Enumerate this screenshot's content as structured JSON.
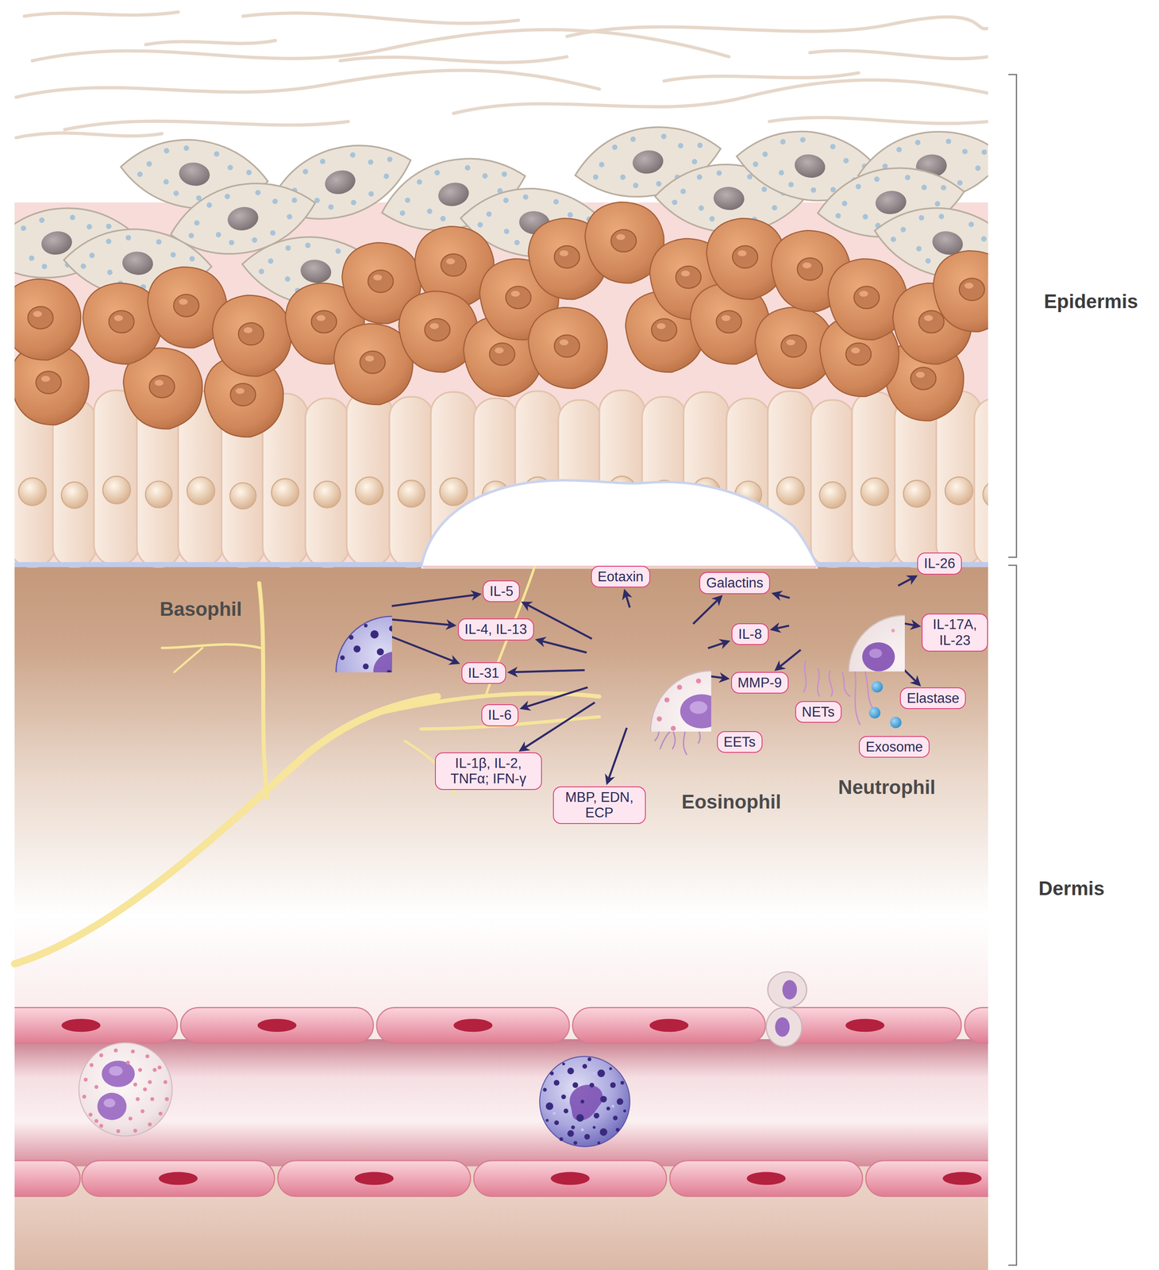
{
  "diagram": {
    "nodes": [
      {
        "text": [
          "Basophil"
        ]
      },
      {
        "text": [
          "IL-5"
        ]
      },
      {
        "text": [
          "Eotaxin"
        ]
      },
      {
        "text": [
          "Galactins"
        ]
      },
      {
        "text": [
          "IL-26"
        ]
      },
      {
        "text": [
          "IL-4, IL-13"
        ]
      },
      {
        "text": [
          "IL-8"
        ]
      },
      {
        "text": [
          "IL-17A, IL-23"
        ]
      },
      {
        "text": [
          "IL-31"
        ]
      },
      {
        "text": [
          "MMP-9"
        ]
      },
      {
        "text": [
          "Elastase"
        ]
      },
      {
        "text": [
          "IL-6"
        ]
      },
      {
        "text": [
          "NETs"
        ]
      },
      {
        "text": [
          "EETs"
        ]
      },
      {
        "text": [
          "IL-1β, IL-2, TNFα; IFN-γ"
        ]
      },
      {
        "text": [
          "Exosome"
        ]
      },
      {
        "text": [
          "MBP, EDN, ECP"
        ]
      },
      {
        "text": [
          "Eosinophil"
        ]
      },
      {
        "text": [
          "Neutrophil"
        ]
      }
    ],
    "edges": [
      {
        "from": 0,
        "to": 1,
        "arrow": "to"
      },
      {
        "from": 0,
        "to": 5,
        "arrow": "to"
      },
      {
        "from": 0,
        "to": 8,
        "arrow": "to"
      },
      {
        "from": 17,
        "to": 1,
        "arrow": "to"
      },
      {
        "from": 17,
        "to": 5,
        "arrow": "to"
      },
      {
        "from": 17,
        "to": 8,
        "arrow": "to"
      },
      {
        "from": 17,
        "to": 11,
        "arrow": "to"
      },
      {
        "from": 17,
        "to": 14,
        "arrow": "to"
      },
      {
        "from": 17,
        "to": 16,
        "arrow": "to"
      },
      {
        "from": 17,
        "to": 2,
        "arrow": "to"
      },
      {
        "from": 17,
        "to": 3,
        "arrow": "to"
      },
      {
        "from": 17,
        "to": 6,
        "arrow": "to"
      },
      {
        "from": 17,
        "to": 9,
        "arrow": "to"
      },
      {
        "from": 18,
        "to": 4,
        "arrow": "to"
      },
      {
        "from": 18,
        "to": 7,
        "arrow": "to"
      },
      {
        "from": 18,
        "to": 10,
        "arrow": "to"
      },
      {
        "from": 18,
        "to": 6,
        "arrow": "to"
      },
      {
        "from": 18,
        "to": 3,
        "arrow": "to"
      },
      {
        "from": 18,
        "to": 9,
        "arrow": "to"
      }
    ],
    "labels": [
      "Epidermis",
      "Dermis"
    ]
  }
}
